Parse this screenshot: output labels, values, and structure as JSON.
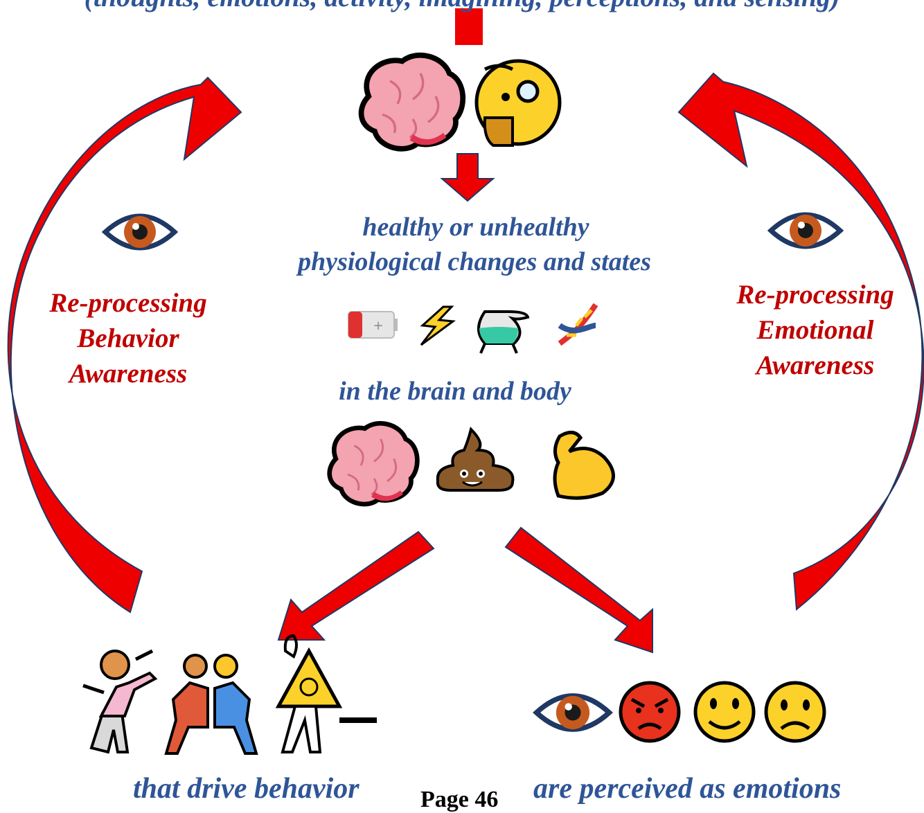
{
  "captions": {
    "top": "(thoughts, emotions, activity, imagining, perceptions, and sensing)",
    "mid_line1": "healthy or unhealthy",
    "mid_line2": "physiological changes and states",
    "brain_body": "in the brain and body",
    "behavior": "that drive behavior",
    "emotions": "are perceived as emotions"
  },
  "left_loop": {
    "line1": "Re-processing",
    "line2": "Behavior",
    "line3": "Awareness"
  },
  "right_loop": {
    "line1": "Re-processing",
    "line2": "Emotional",
    "line3": "Awareness"
  },
  "page": {
    "label": "Page 46"
  },
  "colors": {
    "arrow_fill": "#ee0000",
    "arrow_outline": "#1f3864",
    "caption_blue": "#2f5597",
    "label_red": "#c00000"
  },
  "icons": {
    "top": [
      "brain-icon",
      "face-with-monocle-icon"
    ],
    "physiology": [
      "low-battery-icon",
      "lightning-icon",
      "test-tube-icon",
      "dna-icon"
    ],
    "brain_body": [
      "brain-icon",
      "poop-icon",
      "flexed-biceps-icon"
    ],
    "behavior": [
      "golfer-icon",
      "wrestlers-icon",
      "biohazard-fencer-icon"
    ],
    "emotions": [
      "eye-icon",
      "angry-face-icon",
      "smiling-face-icon",
      "frowning-face-icon"
    ],
    "awareness": [
      "eye-icon",
      "eye-icon"
    ]
  }
}
